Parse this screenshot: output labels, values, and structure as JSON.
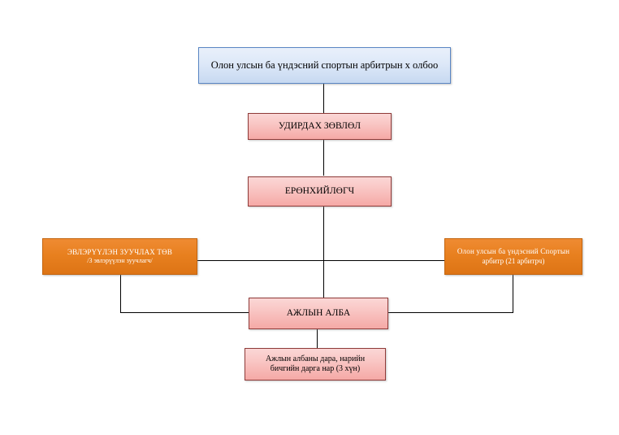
{
  "diagram": {
    "title_node": {
      "label": "Олон улсын ба үндэсний спортын арбитрын х олбоо",
      "color": "#c7d9f1"
    },
    "nodes": [
      {
        "id": "board",
        "label": "УДИРДАХ ЗӨВЛӨЛ",
        "color": "#f5a9a6"
      },
      {
        "id": "president",
        "label": "ЕРӨНХИЙЛӨГЧ",
        "color": "#f5a9a6"
      },
      {
        "id": "mediation-center",
        "label_line1": "ЭВЛЭРҮҮЛЭН ЗУУЧЛАХ ТӨВ",
        "label_line2": "/3 эвлэрүүлэн зуучлагч/",
        "color": "#e8801f"
      },
      {
        "id": "arbitrators",
        "label_line1": "Олон улсын ба үндэсний Спортын",
        "label_line2": "арбитр (21 арбитрч)",
        "color": "#e8801f"
      },
      {
        "id": "working-office",
        "label": "АЖЛЫН АЛБА",
        "color": "#f5a9a6"
      },
      {
        "id": "office-heads",
        "label_line1": "Ажлын албаны дара, нарийн",
        "label_line2": "бичгийн дарга нар (3 хүн)",
        "color": "#f5a9a6"
      }
    ],
    "connector_color": "#000000"
  }
}
